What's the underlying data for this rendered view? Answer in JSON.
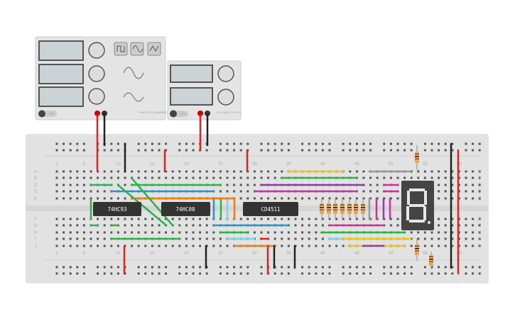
{
  "function_generator": {
    "name": "FUNCTION GENERATOR",
    "power_label": "OFF",
    "waveforms": [
      "square",
      "sine",
      "triangle"
    ]
  },
  "power_supply": {
    "name": "VOLTAGE SUPPLY",
    "power_label": "OFF"
  },
  "chips": [
    {
      "label": "74HC93"
    },
    {
      "label": "74HC08"
    },
    {
      "label": "CD4511"
    }
  ],
  "breadboard": {
    "row_labels_top": [
      "A",
      "B",
      "C",
      "D",
      "E"
    ],
    "row_labels_bottom": [
      "F",
      "G",
      "H",
      "I",
      "J"
    ],
    "column_numbers": [
      "1",
      "5",
      "10",
      "15",
      "20",
      "25",
      "30",
      "35",
      "40",
      "45",
      "50",
      "55",
      "60"
    ]
  },
  "colors": {
    "board": "#e2e2e2",
    "chip": "#333333",
    "display": "#444444",
    "segment_on": "#e6e6e6"
  },
  "display": {
    "digit": "8"
  }
}
